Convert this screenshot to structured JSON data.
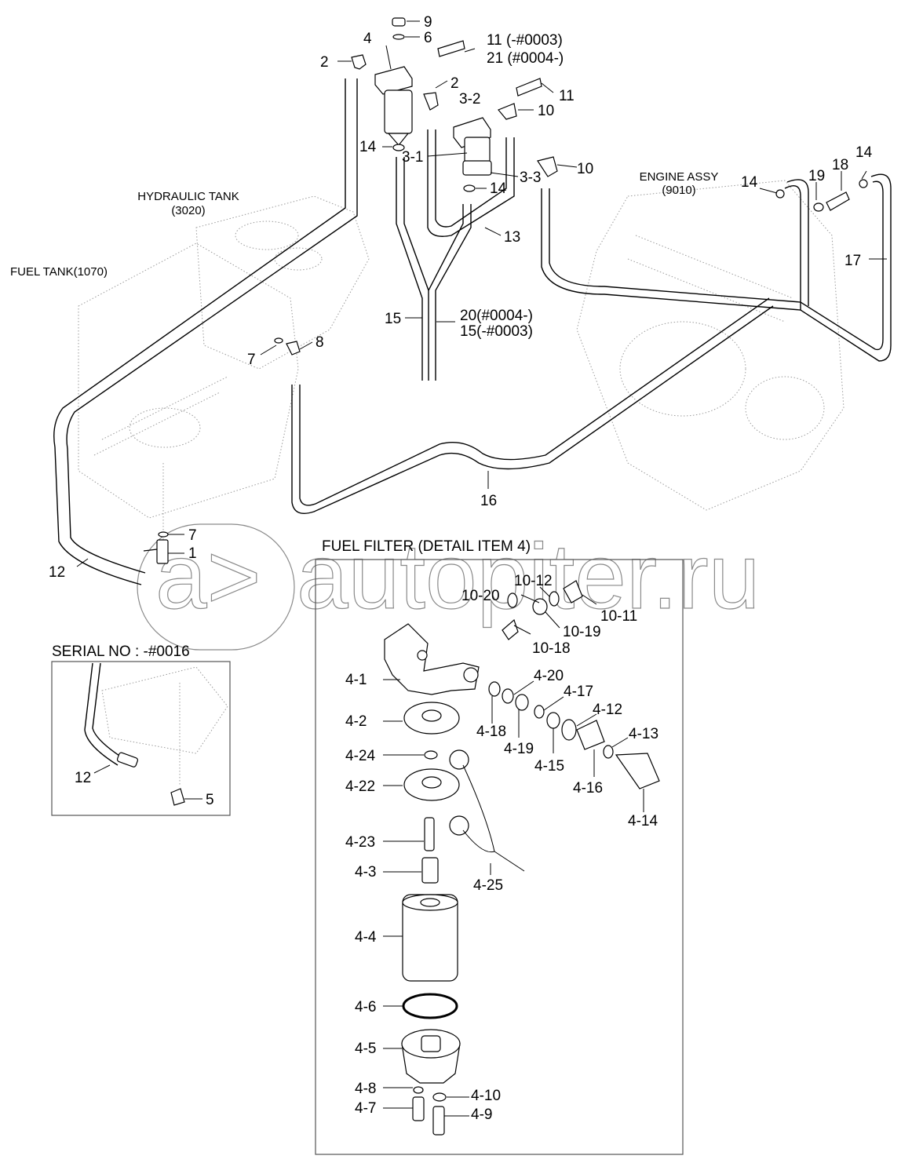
{
  "watermark": {
    "text": "autopiter.ru",
    "logo_glyph": "a>"
  },
  "assemblies": {
    "hydraulic_tank": {
      "name": "HYDRAULIC TANK",
      "code": "(3020)"
    },
    "fuel_tank": {
      "name": "FUEL TANK(1070)"
    },
    "engine": {
      "name": "ENGINE ASSY",
      "code": "(9010)"
    }
  },
  "main_labels": {
    "p9": "9",
    "p6": "6",
    "p4": "4",
    "p2a": "2",
    "p2b": "2",
    "p11a": "11 (-#0003)",
    "p21": "21 (#0004-)",
    "p11b": "11",
    "p32": "3-2",
    "p10a": "10",
    "p10b": "10",
    "p14a": "14",
    "p31": "3-1",
    "p33": "3-3",
    "p14b": "14",
    "p13": "13",
    "p15": "15",
    "p20": "20(#0004-)",
    "p15b": "15(-#0003)",
    "p7a": "7",
    "p8": "8",
    "p16": "16",
    "p14c": "14",
    "p19": "19",
    "p18": "18",
    "p14d": "14",
    "p17": "17",
    "p7b": "7",
    "p1": "1",
    "p12": "12"
  },
  "serial_inset": {
    "title": "SERIAL NO : -#0016",
    "labels": {
      "p12": "12",
      "p5": "5"
    }
  },
  "detail": {
    "title": "FUEL FILTER (DETAIL ITEM 4)",
    "labels": {
      "d1012": "10-12",
      "d1020": "10-20",
      "d1011": "10-11",
      "d1019": "10-19",
      "d1018": "10-18",
      "d41": "4-1",
      "d420": "4-20",
      "d418": "4-18",
      "d417": "4-17",
      "d419": "4-19",
      "d412": "4-12",
      "d415": "4-15",
      "d413": "4-13",
      "d416": "4-16",
      "d414": "4-14",
      "d42": "4-2",
      "d424": "4-24",
      "d422": "4-22",
      "d423": "4-23",
      "d43": "4-3",
      "d425": "4-25",
      "d44": "4-4",
      "d46": "4-6",
      "d45": "4-5",
      "d48": "4-8",
      "d410": "4-10",
      "d47": "4-7",
      "d49": "4-9"
    }
  }
}
